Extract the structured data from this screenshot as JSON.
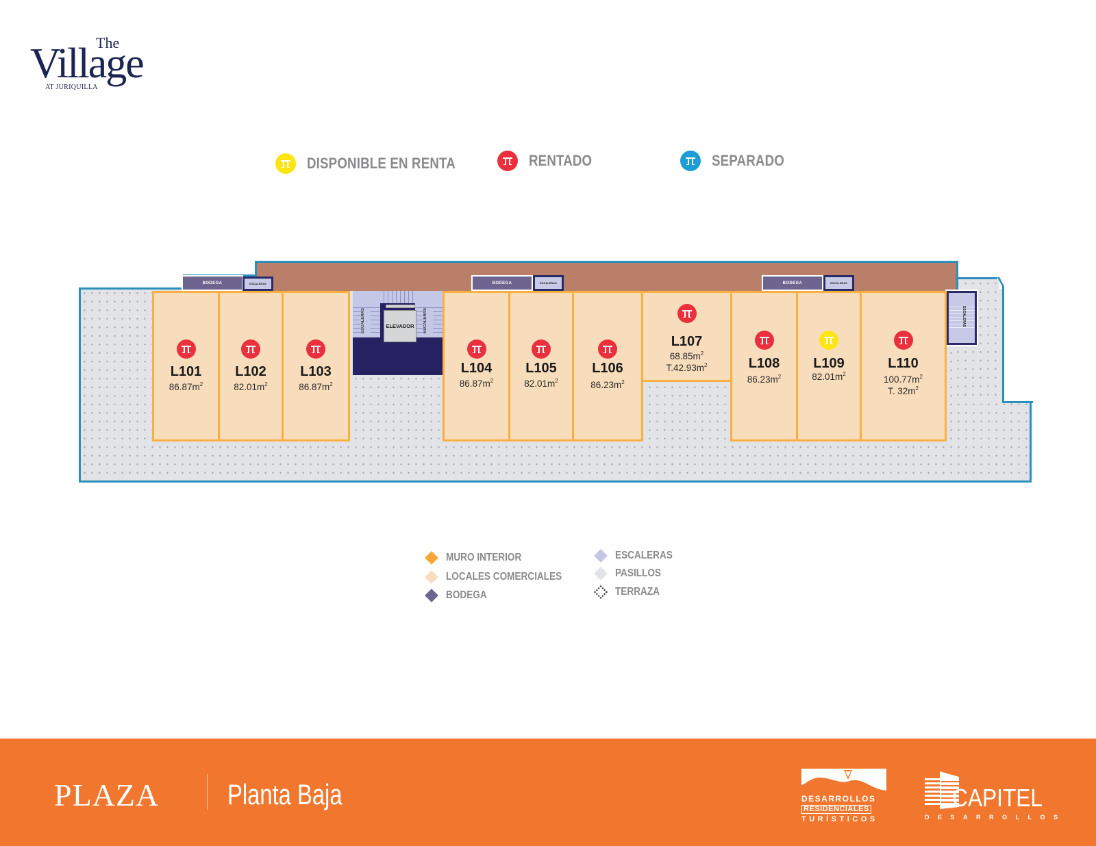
{
  "brand": {
    "logo_the": "The",
    "logo_village": "Village",
    "logo_sub": "AT JURIQUILLA"
  },
  "status_legend": [
    {
      "label": "DISPONIBLE EN RENTA",
      "color": "#fde514",
      "icon": "table-icon"
    },
    {
      "label": "RENTADO",
      "color": "#ea2f3d",
      "icon": "table-icon"
    },
    {
      "label": "SEPARADO",
      "color": "#1d9cd6",
      "icon": "table-icon"
    }
  ],
  "plan": {
    "bodega_label": "BODEGA",
    "stairs_label": "ESCALERAS",
    "elevator_label": "ELEVADOR",
    "units": [
      {
        "id": "L101",
        "area": "86.87m",
        "terrace": "",
        "status": "RENTADO"
      },
      {
        "id": "L102",
        "area": "82.01m",
        "terrace": "",
        "status": "RENTADO"
      },
      {
        "id": "L103",
        "area": "86.87m",
        "terrace": "",
        "status": "RENTADO"
      },
      {
        "id": "L104",
        "area": "86.87m",
        "terrace": "",
        "status": "RENTADO"
      },
      {
        "id": "L105",
        "area": "82.01m",
        "terrace": "",
        "status": "RENTADO"
      },
      {
        "id": "L106",
        "area": "86.23m",
        "terrace": "",
        "status": "RENTADO"
      },
      {
        "id": "L107",
        "area": "68.85m",
        "terrace": "T.42.93m",
        "status": "RENTADO"
      },
      {
        "id": "L108",
        "area": "86.23m",
        "terrace": "",
        "status": "RENTADO"
      },
      {
        "id": "L109",
        "area": "82.01m",
        "terrace": "",
        "status": "DISPONIBLE EN RENTA"
      },
      {
        "id": "L110",
        "area": "100.77m",
        "terrace": "T. 32m",
        "status": "RENTADO"
      }
    ]
  },
  "material_legend": [
    {
      "label": "MURO INTERIOR",
      "color": "#f9a537"
    },
    {
      "label": "LOCALES COMERCIALES",
      "color": "#fbdcbc"
    },
    {
      "label": "BODEGA",
      "color": "#6d6490"
    },
    {
      "label": "ESCALERAS",
      "color": "#c5c7e6"
    },
    {
      "label": "PASILLOS",
      "color": "#e2e3e6"
    },
    {
      "label": "TERRAZA",
      "color": "#222222"
    }
  ],
  "footer": {
    "section": "PLAZA",
    "level": "Planta Baja",
    "partner1_line1": "DESARROLLOS",
    "partner1_line2": "RESIDENCIALES",
    "partner1_line3": "TURÍSTICOS",
    "partner2_name": "CAPITEL",
    "partner2_sub": "DESARROLLOS",
    "background": "#f1772e"
  }
}
